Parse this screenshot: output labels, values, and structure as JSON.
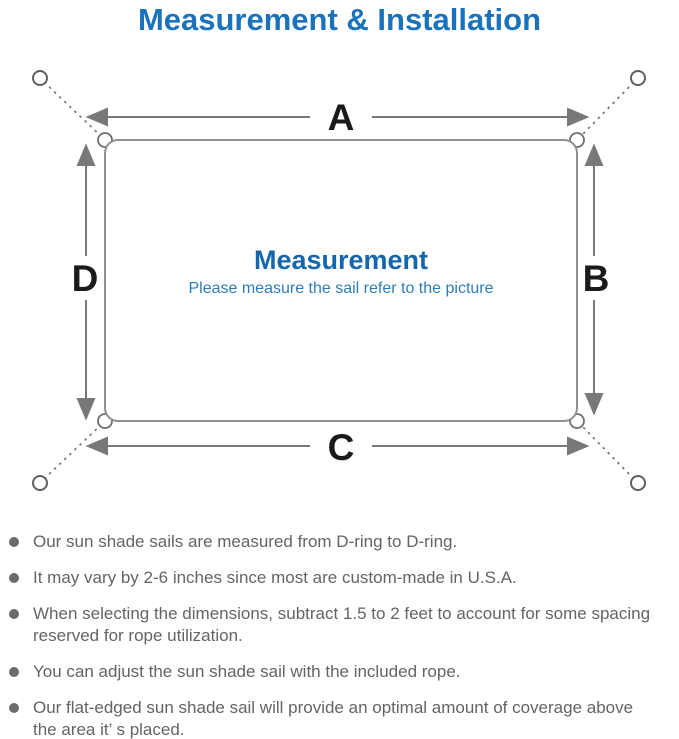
{
  "title": "Measurement & Installation",
  "diagram": {
    "label_a": "A",
    "label_b": "B",
    "label_c": "C",
    "label_d": "D",
    "center_title": "Measurement",
    "center_subtitle": "Please measure the sail refer to the picture",
    "colors": {
      "title_blue": "#1a72bc",
      "center_title_blue": "#1467ab",
      "subtitle_blue": "#2f7db6",
      "line_gray": "#787878",
      "sail_border_gray": "#909090",
      "label_black": "#1a1a1a",
      "bullet_text_gray": "#646464"
    }
  },
  "bullets": [
    {
      "lines": [
        "Our sun shade sails are measured from D-ring to D-ring."
      ]
    },
    {
      "lines": [
        "It may vary by 2-6 inches since most are custom-made in U.S.A."
      ]
    },
    {
      "lines": [
        "When selecting the dimensions, subtract 1.5 to 2 feet to account for some spacing",
        "reserved for rope utilization."
      ]
    },
    {
      "lines": [
        "You can adjust the sun shade sail with the included rope."
      ]
    },
    {
      "lines": [
        "Our flat-edged sun shade sail will provide an optimal amount of coverage above",
        "the area it’ s placed."
      ]
    }
  ]
}
